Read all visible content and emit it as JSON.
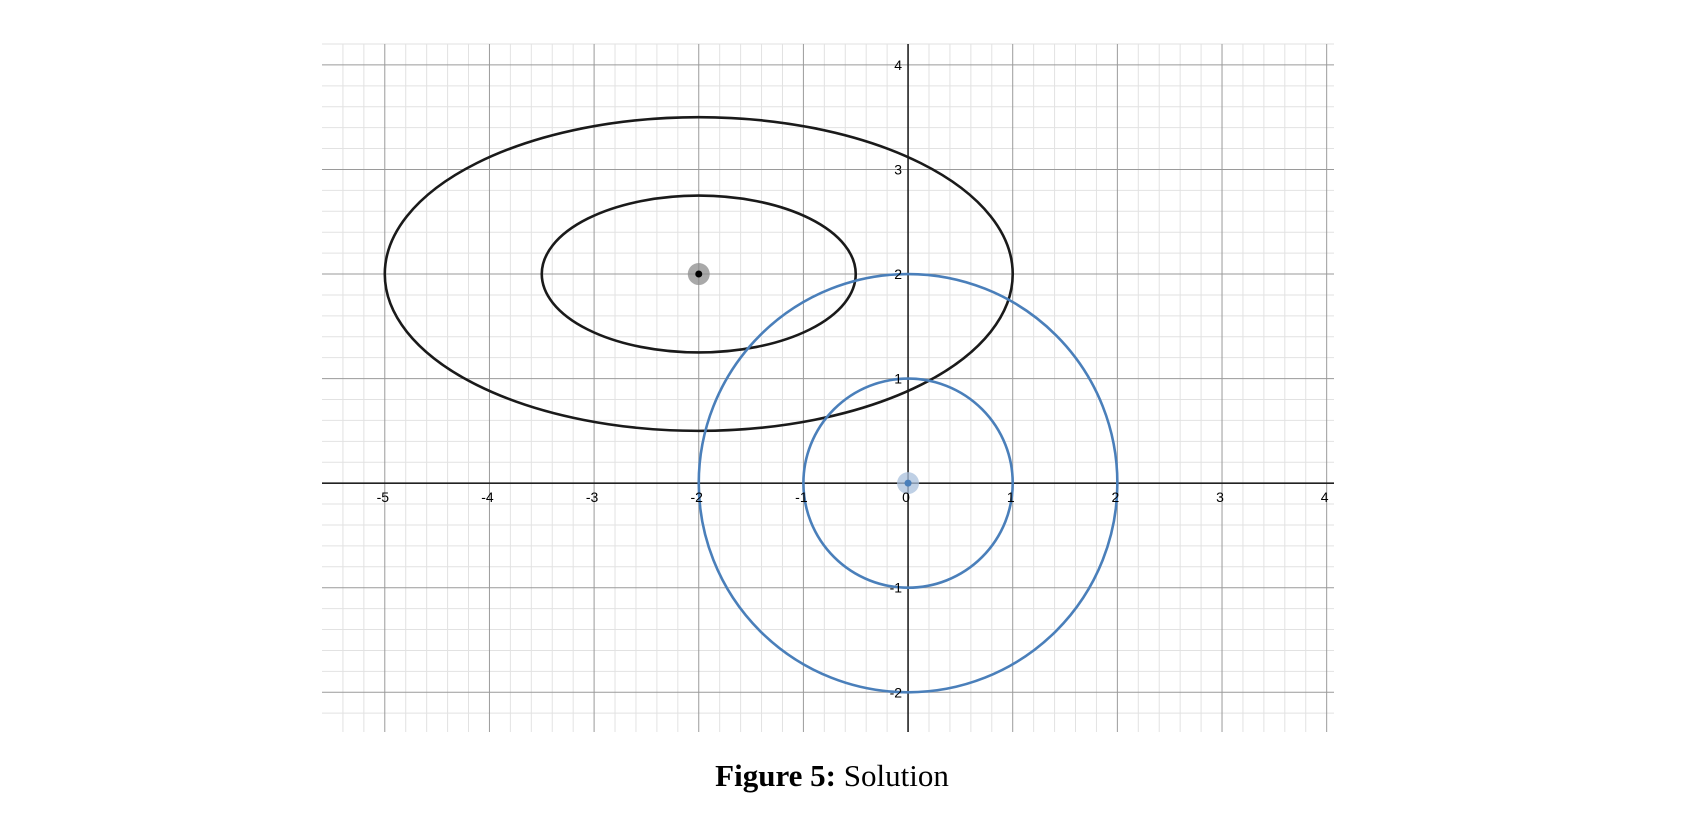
{
  "chart_data": {
    "type": "scatter",
    "xlim": [
      -5.6,
      4.07
    ],
    "ylim": [
      -2.38,
      4.2
    ],
    "x_ticks": [
      -5,
      -4,
      -3,
      -2,
      -1,
      0,
      1,
      2,
      3,
      4
    ],
    "x_tick_labels": [
      "-5",
      "-4",
      "-3",
      "-2",
      "-1",
      "0",
      "1",
      "2",
      "3",
      "4"
    ],
    "y_ticks": [
      -2,
      -1,
      1,
      2,
      3,
      4
    ],
    "y_tick_labels": [
      "-2",
      "-1",
      "1",
      "2",
      "3",
      "4"
    ],
    "grid": true,
    "minor_grid": true,
    "ellipses": [
      {
        "cx": -2,
        "cy": 2,
        "rx": 3,
        "ry": 1.5,
        "color": "#1a1a1a"
      },
      {
        "cx": -2,
        "cy": 2,
        "rx": 1.5,
        "ry": 0.75,
        "color": "#1a1a1a"
      }
    ],
    "circles": [
      {
        "cx": 0,
        "cy": 0,
        "r": 2,
        "color": "#4a7fba"
      },
      {
        "cx": 0,
        "cy": 0,
        "r": 1,
        "color": "#4a7fba"
      }
    ],
    "points": [
      {
        "x": -2,
        "y": 2,
        "color": "#000000",
        "halo": "#8c8c8c"
      },
      {
        "x": 0,
        "y": 0,
        "color": "#4a7fba",
        "halo": "#a9c0dc"
      }
    ]
  },
  "caption": {
    "label": "Figure 5:",
    "text": "Solution"
  }
}
